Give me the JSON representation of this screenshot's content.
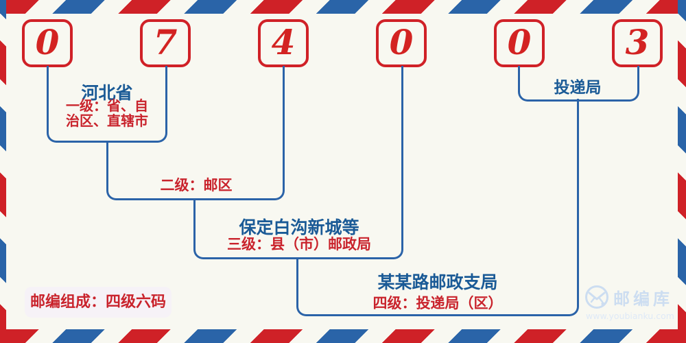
{
  "postal_code": {
    "digits": [
      "0",
      "7",
      "4",
      "0",
      "0",
      "3"
    ]
  },
  "annotations": {
    "level1": {
      "name": "河北省",
      "desc": "一级：省、自\n治区、直辖市"
    },
    "level2": {
      "desc": "二级：邮区"
    },
    "level3": {
      "name": "保定白沟新城等",
      "desc": "三级：县（市）邮政局"
    },
    "level4": {
      "name": "某某路邮政支局",
      "desc": "四级：投递局（区）"
    },
    "delivery": {
      "name": "投递局"
    }
  },
  "footer": {
    "badge": "邮编组成：四级六码"
  },
  "watermark": {
    "brand": "邮编库",
    "url": "www.youbianku.com",
    "icon": "envelope-logo-icon"
  },
  "colors": {
    "stripe_red": "#cf2127",
    "stripe_blue": "#2a64a8",
    "box_border_red": "#d02127",
    "digit_red": "#d32322",
    "line_blue": "#2b63a8",
    "text_blue": "#1a5a96",
    "text_red": "#c9232c",
    "background": "#f8f8f1",
    "badge_bg": "#f6f2f7",
    "watermark_blue": "#ccddf1"
  }
}
